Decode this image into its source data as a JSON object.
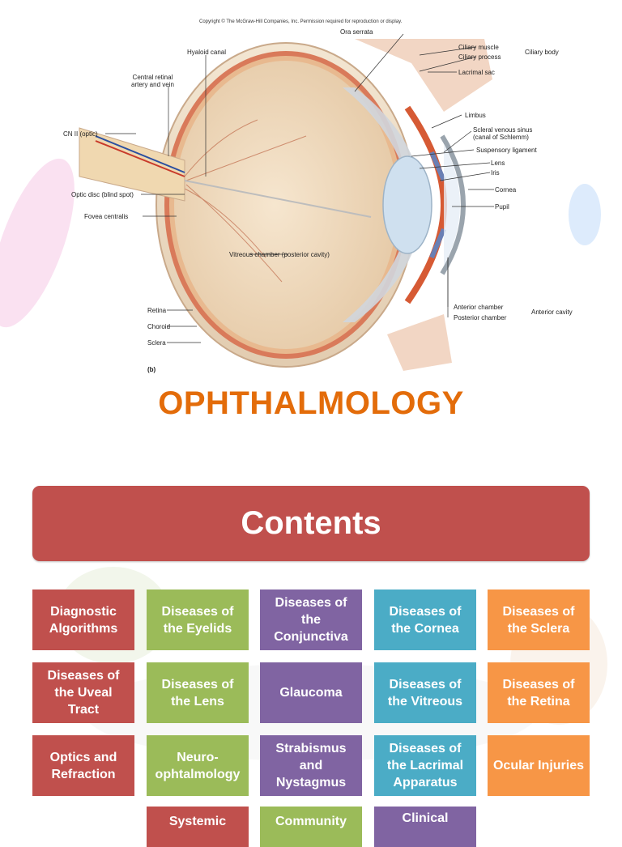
{
  "diagram": {
    "copyright": "Copyright © The McGraw-Hill Companies, Inc. Permission required for reproduction or display.",
    "panel_letter": "(b)",
    "labels": {
      "ora_serrata": "Ora serrata",
      "hyaloid_canal": "Hyaloid canal",
      "central_retinal": "Central retinal\nartery and vein",
      "cn_ii": "CN II (optic)",
      "optic_disc": "Optic disc (blind spot)",
      "fovea": "Fovea centralis",
      "vitreous_chamber": "Vitreous chamber (posterior cavity)",
      "retina": "Retina",
      "choroid": "Choroid",
      "sclera": "Sclera",
      "ciliary_muscle": "Ciliary muscle",
      "ciliary_process": "Ciliary process",
      "ciliary_body": "Ciliary body",
      "lacrimal_sac": "Lacrimal sac",
      "limbus": "Limbus",
      "scleral_venous": "Scleral venous sinus\n(canal of Schlemm)",
      "suspensory": "Suspensory ligament",
      "lens": "Lens",
      "iris": "Iris",
      "cornea": "Cornea",
      "pupil": "Pupil",
      "anterior_chamber": "Anterior chamber",
      "posterior_chamber": "Posterior chamber",
      "anterior_cavity": "Anterior cavity"
    }
  },
  "title": "OPHTHALMOLOGY",
  "contents_heading": "Contents",
  "colors": {
    "title": "#e36c0a",
    "red": "#c0504d",
    "green": "#9bbb59",
    "purple": "#8064a2",
    "teal": "#4bacc6",
    "orange": "#f79646"
  },
  "tiles": [
    [
      "Diagnostic\nAlgorithms",
      "Diseases of\nthe Eyelids",
      "Diseases of\nthe\nConjunctiva",
      "Diseases of\nthe Cornea",
      "Diseases of\nthe Sclera"
    ],
    [
      "Diseases of\nthe Uveal\nTract",
      "Diseases of\nthe Lens",
      "Glaucoma",
      "Diseases of\nthe Vitreous",
      "Diseases of\nthe Retina"
    ],
    [
      "Optics and\nRefraction",
      "Neuro-\nophtalmology",
      "Strabismus\nand\nNystagmus",
      "Diseases of\nthe Lacrimal\nApparatus",
      "Ocular Injuries"
    ],
    [
      "Systemic",
      "Community",
      "Clinical"
    ]
  ]
}
